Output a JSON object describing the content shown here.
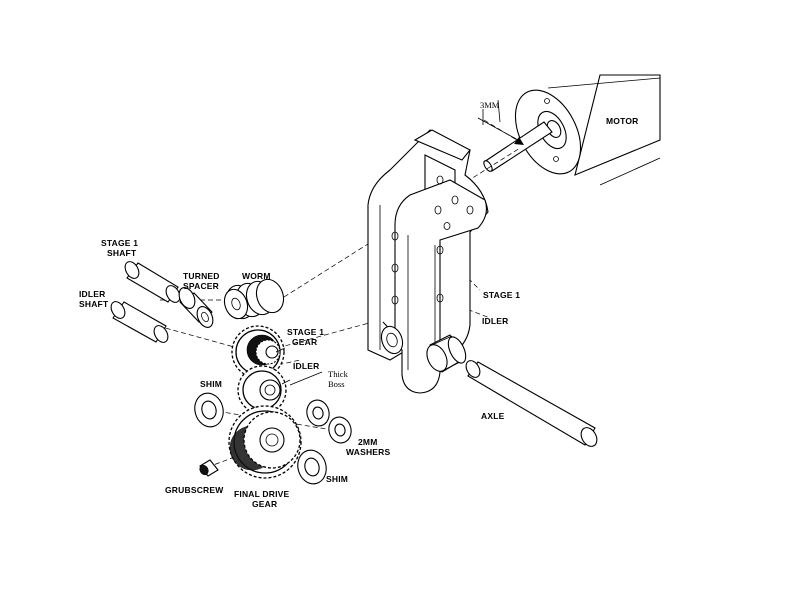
{
  "labels": {
    "motor": "MOTOR",
    "dim": "3MM",
    "stage1_shaft_l1": "STAGE 1",
    "stage1_shaft_l2": "SHAFT",
    "turned_spacer_l1": "TURNED",
    "turned_spacer_l2": "SPACER",
    "worm": "WORM",
    "idler_shaft_l1": "IDLER",
    "idler_shaft_l2": "SHAFT",
    "stage1_gear_l1": "STAGE 1",
    "stage1_gear_l2": "GEAR",
    "idler_gear": "IDLER",
    "thick_boss_l1": "Thick",
    "thick_boss_l2": "Boss",
    "shim_left": "SHIM",
    "washers_l1": "2MM",
    "washers_l2": "WASHERS",
    "shim_right": "SHIM",
    "grubscrew": "GRUBSCREW",
    "final_drive_l1": "FINAL DRIVE",
    "final_drive_l2": "GEAR",
    "stage1_bracket": "STAGE 1",
    "idler_bracket": "IDLER",
    "axle": "AXLE"
  }
}
